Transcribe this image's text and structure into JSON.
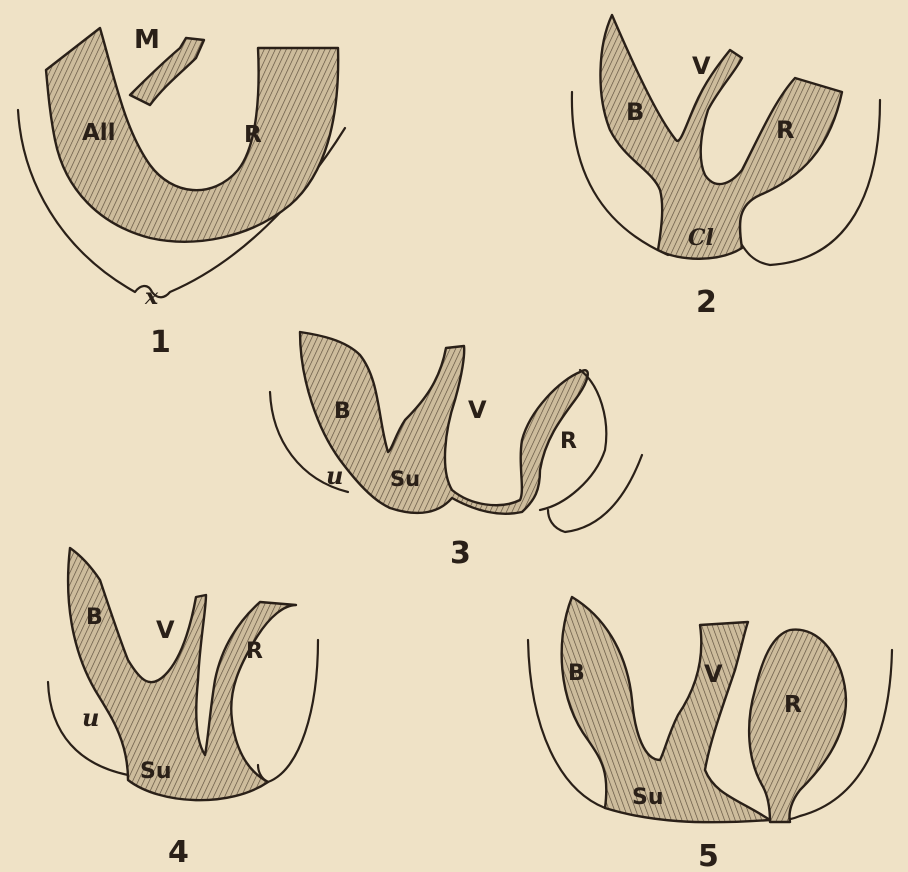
{
  "figures": [
    {
      "number": "1",
      "labels": {
        "m": "M",
        "all": "All",
        "r": "R",
        "x": "x"
      }
    },
    {
      "number": "2",
      "labels": {
        "v": "V",
        "b": "B",
        "r": "R",
        "cl": "Cl"
      }
    },
    {
      "number": "3",
      "labels": {
        "b": "B",
        "v": "V",
        "r": "R",
        "u": "u",
        "su": "Su"
      }
    },
    {
      "number": "4",
      "labels": {
        "b": "B",
        "v": "V",
        "r": "R",
        "u": "u",
        "su": "Su"
      }
    },
    {
      "number": "5",
      "labels": {
        "b": "B",
        "v": "V",
        "r": "R",
        "su": "Su"
      }
    }
  ],
  "colors": {
    "paper": "#efe2c6",
    "ink": "#2a2018",
    "fill": "#c9b89a"
  }
}
